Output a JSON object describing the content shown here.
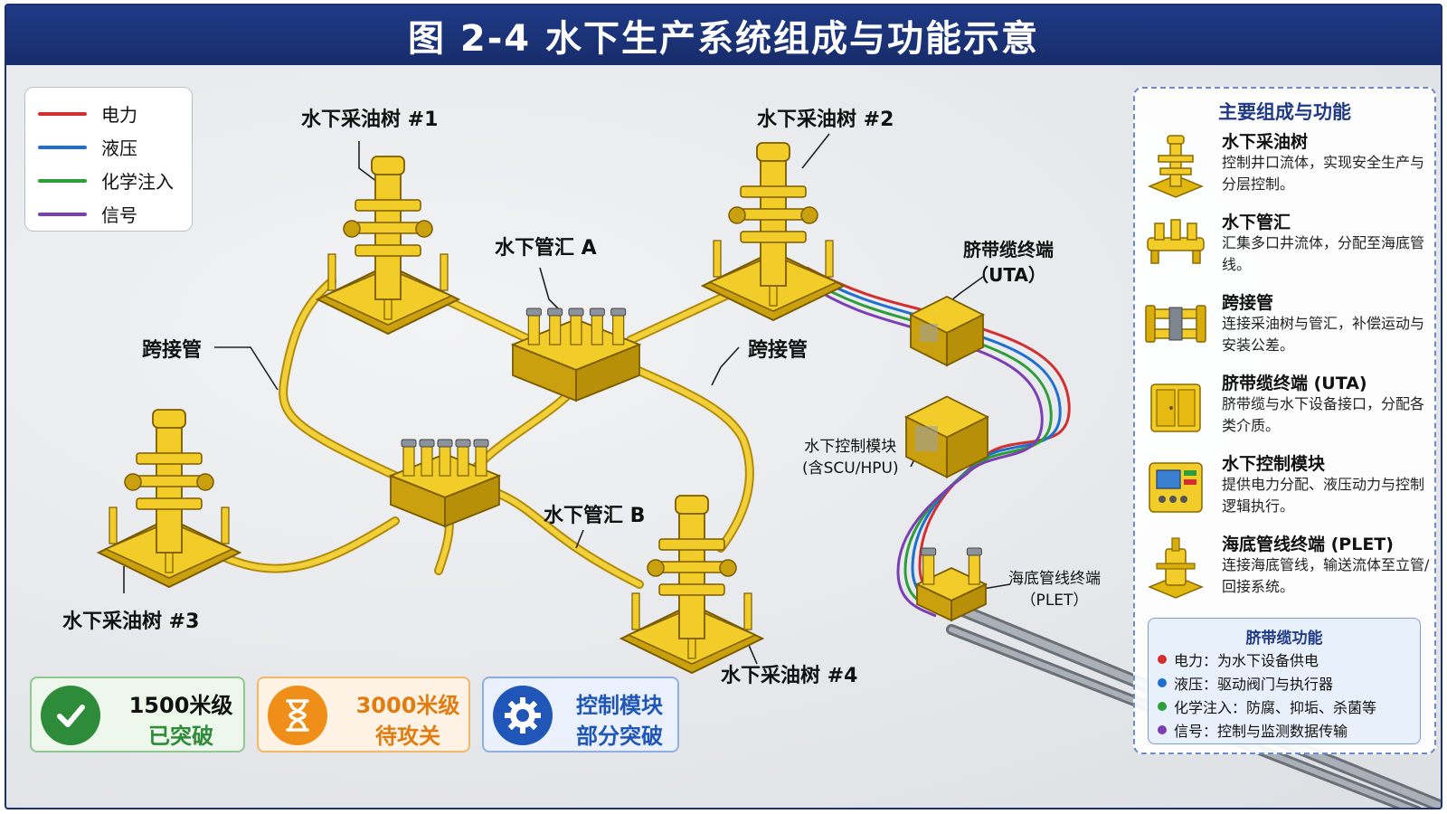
{
  "title": "图 2-4 水下生产系统组成与功能示意",
  "legend": [
    {
      "label": "电力",
      "color": "#d32f2f"
    },
    {
      "label": "液压",
      "color": "#1e6fd0"
    },
    {
      "label": "化学注入",
      "color": "#2e9e3a"
    },
    {
      "label": "信号",
      "color": "#7b3fb3"
    }
  ],
  "diagram_labels": {
    "tree1": "水下采油树 #1",
    "tree2": "水下采油树 #2",
    "tree3": "水下采油树 #3",
    "tree4": "水下采油树 #4",
    "manifold_a": "水下管汇 A",
    "manifold_b": "水下管汇 B",
    "jumper_left": "跨接管",
    "jumper_right": "跨接管",
    "uta_line1": "脐带缆终端",
    "uta_line2": "（UTA）",
    "scm_line1": "水下控制模块",
    "scm_line2": "(含SCU/HPU)",
    "plet_line1": "海底管线终端",
    "plet_line2": "（PLET）"
  },
  "panel": {
    "title": "主要组成与功能",
    "items": [
      {
        "name": "水下采油树",
        "desc": "控制井口流体，实现安全生产与分层控制。",
        "icon": "christmas-tree-icon"
      },
      {
        "name": "水下管汇",
        "desc": "汇集多口井流体，分配至海底管线。",
        "icon": "manifold-icon"
      },
      {
        "name": "跨接管",
        "desc": "连接采油树与管汇，补偿运动与安装公差。",
        "icon": "jumper-icon"
      },
      {
        "name": "脐带缆终端 (UTA)",
        "desc": "脐带缆与水下设备接口，分配各类介质。",
        "icon": "uta-icon"
      },
      {
        "name": "水下控制模块",
        "desc": "提供电力分配、液压动力与控制逻辑执行。",
        "icon": "control-module-icon"
      },
      {
        "name": "海底管线终端 (PLET)",
        "desc": "连接海底管线，输送流体至立管/回接系统。",
        "icon": "plet-icon"
      }
    ],
    "umbilical": {
      "title": "脐带缆功能",
      "rows": [
        {
          "text": "电力：为水下设备供电",
          "color": "#d32f2f"
        },
        {
          "text": "液压：驱动阀门与执行器",
          "color": "#1e6fd0"
        },
        {
          "text": "化学注入：防腐、抑垢、杀菌等",
          "color": "#2e9e3a"
        },
        {
          "text": "信号：控制与监测数据传输",
          "color": "#7b3fb3"
        }
      ]
    }
  },
  "badges": [
    {
      "line1": "1500米级",
      "line2": "已突破",
      "icon": "checkmark-icon",
      "color": "#2e8b3a"
    },
    {
      "line1": "3000米级",
      "line2": "待攻关",
      "icon": "hourglass-icon",
      "color": "#ef8f1a"
    },
    {
      "line1": "控制模块",
      "line2": "部分突破",
      "icon": "gear-icon",
      "color": "#1f56b8"
    }
  ]
}
